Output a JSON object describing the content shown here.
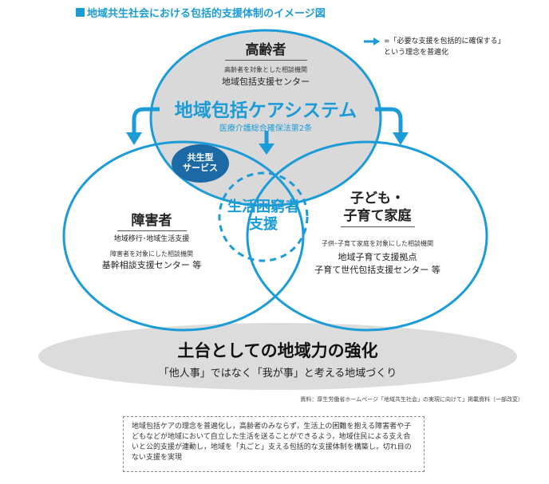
{
  "title": "地域共生社会における包括的支援体制のイメージ図",
  "legend_text": "=「必要な支援を包括的に確保する」という理念を普遍化",
  "colors": {
    "accent": "#1b9bd7",
    "top_fill": "#d9d9d9",
    "ground_fill": "#dcdcdc",
    "badge_fill": "#1b6aa5"
  },
  "elderly": {
    "heading": "高齢者",
    "target": "高齢者を対象とした相談機関",
    "org": "地域包括支援センター"
  },
  "system": {
    "name": "地域包括ケアシステム",
    "law": "医療介護総合確保法第2条"
  },
  "kyosei_badge": {
    "line1": "共生型",
    "line2": "サービス"
  },
  "disabled": {
    "heading": "障害者",
    "item1": "地域移行･地域生活支援",
    "target": "障害者を対象にした相談機関",
    "org": "基幹相談支援センター 等"
  },
  "center": {
    "line1": "生活困窮者",
    "line2": "支援"
  },
  "children": {
    "heading1": "子ども・",
    "heading2": "子育て家庭",
    "target": "子供･子育て家庭を対象にした相談機関",
    "org1": "地域子育て支援拠点",
    "org2": "子育て世代包括支援センター 等"
  },
  "ground": {
    "title": "土台としての地域力の強化",
    "subtitle": "「他人事」ではなく「我が事」と考える地域づくり"
  },
  "source": "資料：厚生労働省ホームページ「地域共生社会」の実現に向けて」掲載資料（一部改変）",
  "note": "地域包括ケアの理念を普遍化し，高齢者のみならず，生活上の困難を抱える障害者や子どもなどが地域において自立した生活を送ることができるよう，地域住民による支え合いと公的支援が連動し，地域を「丸ごと」支える包括的な支援体制を構築し，切れ目のない支援を実現"
}
